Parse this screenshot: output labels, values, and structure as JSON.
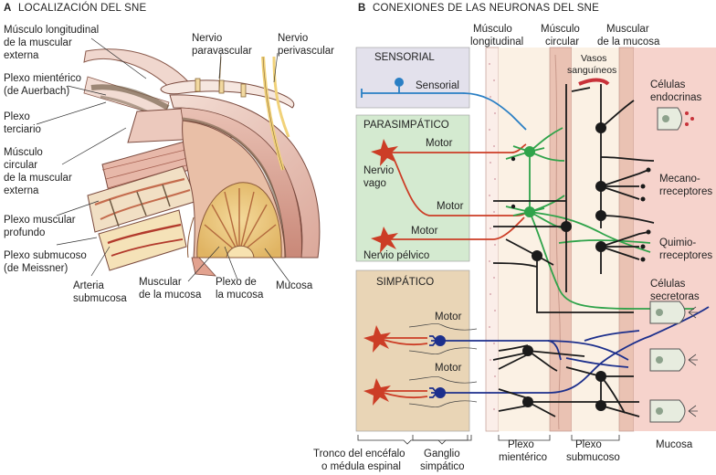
{
  "panel_a": {
    "letter": "A",
    "title": "LOCALIZACIÓN DEL SNE",
    "labels": {
      "ml1": "Músculo longitudinal",
      "ml2": "de la muscular",
      "ml3": "externa",
      "pm1": "Plexo mientérico",
      "pm2": "(de Auerbach)",
      "pt1": "Plexo",
      "pt2": "terciario",
      "mc1": "Músculo",
      "mc2": "circular",
      "mc3": "de la muscular",
      "mc4": "externa",
      "pmp1": "Plexo muscular",
      "pmp2": "profundo",
      "ps1": "Plexo submucoso",
      "ps2": "(de Meissner)",
      "as1": "Arteria",
      "as2": "submucosa",
      "mm1": "Muscular",
      "mm2": "de la mucosa",
      "pdm1": "Plexo de",
      "pdm2": "la mucosa",
      "muc": "Mucosa",
      "npa1": "Nervio",
      "npa2": "paravascular",
      "npe1": "Nervio",
      "npe2": "perivascular"
    }
  },
  "panel_b": {
    "letter": "B",
    "title": "CONEXIONES DE LAS NEURONAS DEL SNE",
    "col_headers": {
      "long1": "Músculo",
      "long2": "longitudinal",
      "circ1": "Músculo",
      "circ2": "circular",
      "mm1": "Muscular",
      "mm2": "de la mucosa"
    },
    "boxes": {
      "sensorial": "SENSORIAL",
      "parasimpatico": "PARASIMPÁTICO",
      "simpatico": "SIMPÁTICO"
    },
    "labels": {
      "sensorial": "Sensorial",
      "motor": "Motor",
      "vago1": "Nervio",
      "vago2": "vago",
      "pelvico": "Nervio pélvico",
      "vasos1": "Vasos",
      "vasos2": "sanguíneos",
      "endo1": "Células",
      "endo2": "endocrinas",
      "meca1": "Mecano-",
      "meca2": "rreceptores",
      "quim1": "Quimio-",
      "quim2": "rreceptores",
      "secr1": "Células",
      "secr2": "secretoras"
    },
    "bottom": {
      "tronco1": "Tronco del encéfalo",
      "tronco2": "o médula espinal",
      "gang1": "Ganglio",
      "gang2": "simpático",
      "pm1": "Plexo",
      "pm2": "mientérico",
      "ps1": "Plexo",
      "ps2": "submucoso",
      "muc": "Mucosa"
    }
  },
  "colors": {
    "sensory": "#2a7fc4",
    "parasympathetic": "#2fa34a",
    "motor_red": "#cc3d26",
    "sympathetic_blue": "#1c2f8c",
    "enteric": "#1a1a1a",
    "box_sensorial": "#e3e1ec",
    "box_parasimpatico": "#d4ead0",
    "box_simpatico": "#e9d5b6",
    "mucosa": "#f6d3cc"
  }
}
